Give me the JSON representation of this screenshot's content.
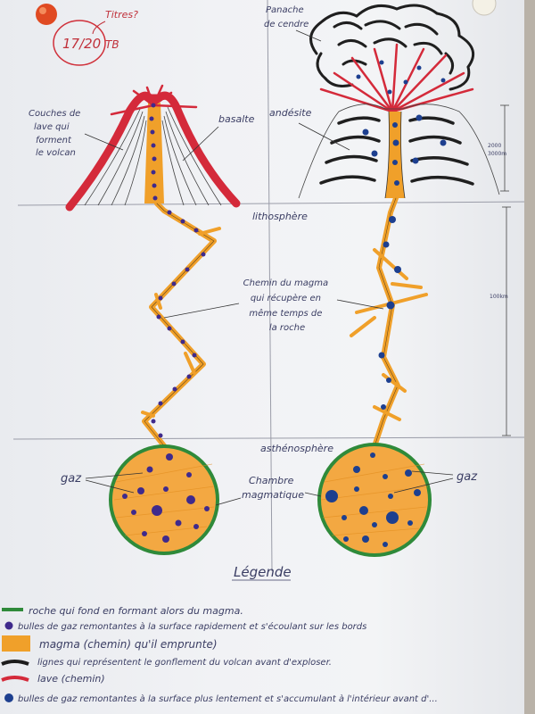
{
  "header": {
    "title_note": "Titres?",
    "grade": "17/20",
    "grade_suffix": "TB"
  },
  "left_volcano": {
    "label_layers": [
      "Couches de",
      "lave qui",
      "forment",
      "le volcan"
    ],
    "label_basalt": "basalte"
  },
  "right_volcano": {
    "label_plume": [
      "Panache",
      "de cendre"
    ],
    "label_andesite": "andésite",
    "scale_height": [
      "2000",
      "3000m"
    ]
  },
  "layers": {
    "lithosphere": "lithosphère",
    "asthenosphere": "asthénosphère",
    "depth_scale": "100km"
  },
  "middle_labels": {
    "magma_path": [
      "Chemin du magma",
      "qui récupère en",
      "même temps de",
      "la roche"
    ],
    "chamber": [
      "Chambre",
      "magmatique"
    ],
    "gas_left": "gaz",
    "gas_right": "gaz"
  },
  "legend": {
    "title": "Légende",
    "items": [
      {
        "color": "#2f8a3a",
        "shape": "line",
        "text": "roche qui fond en formant alors du magma."
      },
      {
        "color": "#3f2a8c",
        "shape": "dot",
        "text": "bulles de gaz remontantes à la surface rapidement et s'écoulant sur les bords"
      },
      {
        "color": "#f0a02a",
        "shape": "block",
        "text": "magma (chemin) qu'il emprunte)"
      },
      {
        "color": "#1c1c1c",
        "shape": "line",
        "text": "lignes qui représentent le gonflement du volcan avant d'exploser."
      },
      {
        "color": "#d42a3a",
        "shape": "line",
        "text": "lave (chemin)"
      },
      {
        "color": "#1d3f8f",
        "shape": "dot",
        "text": "bulles de gaz remontantes à la surface plus lentement et s'accumulant à l'intérieur avant d'..."
      }
    ]
  },
  "colors": {
    "ink": "#3a3d63",
    "magma": "#f0a02a",
    "lava": "#d42a3a",
    "rock_melt": "#2f8a3a",
    "gas_purple": "#3f2a8c",
    "gas_blue": "#1d3f8f"
  }
}
